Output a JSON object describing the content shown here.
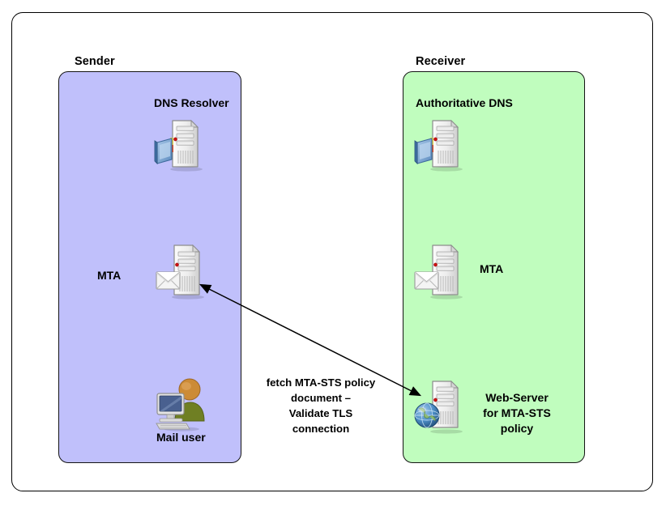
{
  "diagram": {
    "title": "MTA-STS policy fetch between Sender and Receiver",
    "background": "#ffffff",
    "frame": {
      "border_color": "#000000"
    },
    "zones": [
      {
        "id": "sender",
        "caption": "Sender",
        "fill": "#c0c0fb",
        "stroke": "#141414",
        "nodes": [
          {
            "id": "dns-resolver",
            "label": "DNS Resolver",
            "icon": "server-book-icon"
          },
          {
            "id": "mta-sender",
            "label": "MTA",
            "icon": "server-envelope-icon"
          },
          {
            "id": "mail-user",
            "label": "Mail user",
            "icon": "user-computer-icon"
          }
        ]
      },
      {
        "id": "receiver",
        "caption": "Receiver",
        "fill": "#c0fdbe",
        "stroke": "#141414",
        "nodes": [
          {
            "id": "authoritative-dns",
            "label": "Authoritative DNS",
            "icon": "server-book-icon"
          },
          {
            "id": "mta-receiver",
            "label": "MTA",
            "icon": "server-envelope-icon"
          },
          {
            "id": "web-server",
            "label": "Web-Server for MTA-STS policy",
            "label_lines": [
              "Web-Server",
              "for MTA-STS",
              "policy"
            ],
            "icon": "server-globe-icon"
          }
        ]
      }
    ],
    "connector": {
      "id": "policy-fetch-arrow",
      "from": "mta-sender",
      "to": "web-server",
      "style": "double-headed",
      "color": "#000000",
      "annotation_lines": [
        "fetch MTA-STS policy",
        "document –",
        "Validate TLS",
        "connection"
      ],
      "annotation_text": "fetch MTA-STS policy document – Validate TLS connection"
    }
  },
  "labels": {
    "sender_caption": "Sender",
    "receiver_caption": "Receiver",
    "dns_resolver": "DNS Resolver",
    "authoritative_dns": "Authoritative DNS",
    "mta_sender": "MTA",
    "mta_receiver": "MTA",
    "mail_user": "Mail user",
    "web_server_line1": "Web-Server",
    "web_server_line2": "for MTA-STS",
    "web_server_line3": "policy",
    "annotation_line1": "fetch MTA-STS policy",
    "annotation_line2": "document –",
    "annotation_line3": "Validate TLS",
    "annotation_line4": "connection"
  },
  "colors": {
    "sender_fill": "#c0c0fb",
    "receiver_fill": "#c0fdbe",
    "stroke": "#141414",
    "frame_stroke": "#000000",
    "text": "#000000",
    "server_body": "#f0f0f0",
    "server_shade": "#d8d8d8",
    "server_outline": "#7a7a7a",
    "led_red": "#cc1111",
    "book_blue": "#7fa8d8",
    "globe_blue": "#3d7fc1",
    "user_body": "#6f7f23",
    "user_head": "#cc8b36"
  }
}
